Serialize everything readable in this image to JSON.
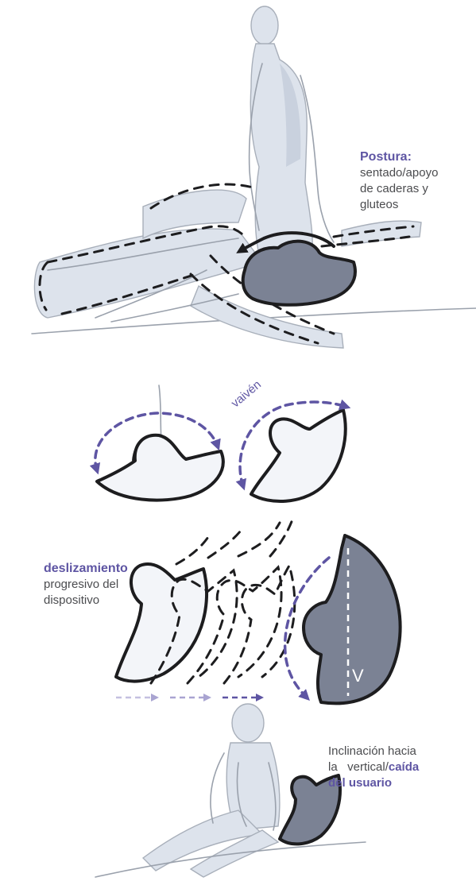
{
  "posture": {
    "title": "Postura:",
    "lines": [
      "sentado/apoyo",
      "de caderas y",
      "gluteos"
    ]
  },
  "rocking": {
    "label": "vaivén"
  },
  "sliding": {
    "title": "deslizamiento",
    "lines": [
      "progresivo del",
      "dispositivo"
    ]
  },
  "vertical_marker": "V",
  "tilt": {
    "line1": "Inclinación hacia",
    "line2_prefix": "la   vertical/",
    "line2_bold": "caída",
    "line3_bold": "del usuario"
  },
  "colors": {
    "accent": "#5e55a3",
    "ink": "#1d1d1f",
    "device_dark": "#7b8294",
    "sketch_fill": "#dde3ec",
    "arrow_light": "#a9a4d1"
  }
}
